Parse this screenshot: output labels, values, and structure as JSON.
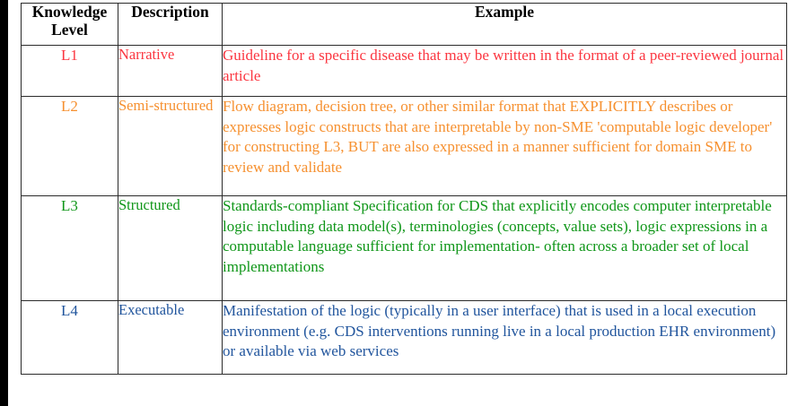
{
  "table": {
    "headers": [
      {
        "label": "Knowledge Level",
        "name": "knowledge-level"
      },
      {
        "label": "Description",
        "name": "description"
      },
      {
        "label": "Example",
        "name": "example"
      }
    ],
    "colors": {
      "l1": "#fb3640",
      "l2": "#f6902f",
      "l3": "#0f9618",
      "l4": "#21559d",
      "header_text": "#000000",
      "border": "#2b2b2b",
      "background": "#ffffff"
    },
    "rows": [
      {
        "level": "L1",
        "description": "Narrative",
        "example": "Guideline for a specific disease that may be written in the format of a peer-reviewed journal article",
        "color_key": "l1"
      },
      {
        "level": "L2",
        "description": "Semi-structured",
        "example": "Flow diagram, decision tree, or other similar format that EXPLICITLY describes or expresses logic constructs that are interpretable by non-SME 'computable logic developer' for constructing L3, BUT are also expressed in a manner sufficient for domain SME to review and validate",
        "color_key": "l2"
      },
      {
        "level": "L3",
        "description": "Structured",
        "example": "Standards-compliant Specification for CDS that explicitly encodes computer interpretable logic including data model(s), terminologies (concepts, value sets), logic expressions in a computable language sufficient for implementation- often across a broader set of local implementations",
        "color_key": "l3"
      },
      {
        "level": "L4",
        "description": "Executable",
        "example": "Manifestation of the logic (typically in a user interface) that is used in a local execution environment (e.g. CDS interventions running live in a local production EHR environment) or available via web services",
        "color_key": "l4"
      }
    ]
  }
}
